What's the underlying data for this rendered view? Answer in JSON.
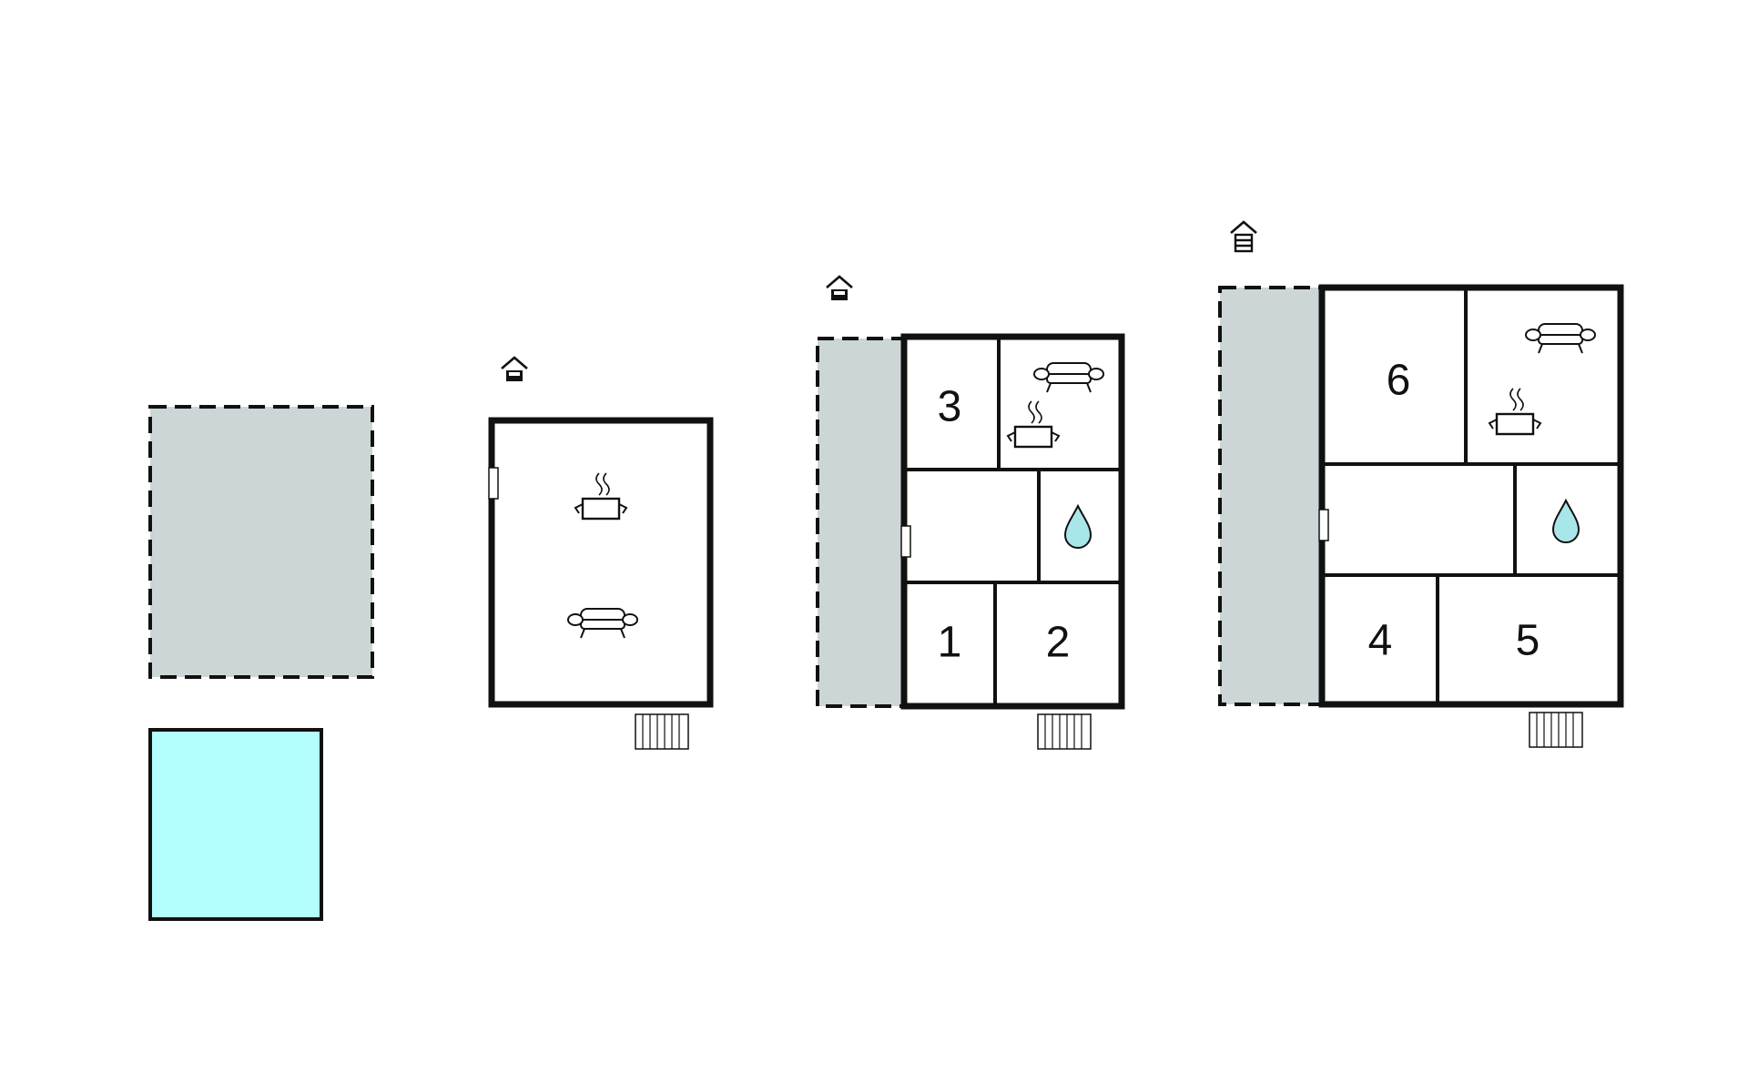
{
  "colors": {
    "wall": "#111111",
    "terrace": "#cdd6d7",
    "pool": "#b3feff",
    "water_drop": "#a8e6ea",
    "background": "#ffffff"
  },
  "legend_icons": [
    "terrace-area",
    "pool",
    "kitchen-icon",
    "sofa-icon",
    "bathroom-icon",
    "entrance-icon",
    "stairs-icon",
    "floor-level-icon"
  ],
  "plans": {
    "plan_a": {
      "rooms": []
    },
    "plan_b": {
      "rooms": [
        {
          "id": "room-3",
          "label": "3"
        },
        {
          "id": "room-1",
          "label": "1"
        },
        {
          "id": "room-2",
          "label": "2"
        }
      ]
    },
    "plan_c": {
      "rooms": [
        {
          "id": "room-6",
          "label": "6"
        },
        {
          "id": "room-4",
          "label": "4"
        },
        {
          "id": "room-5",
          "label": "5"
        }
      ]
    }
  }
}
